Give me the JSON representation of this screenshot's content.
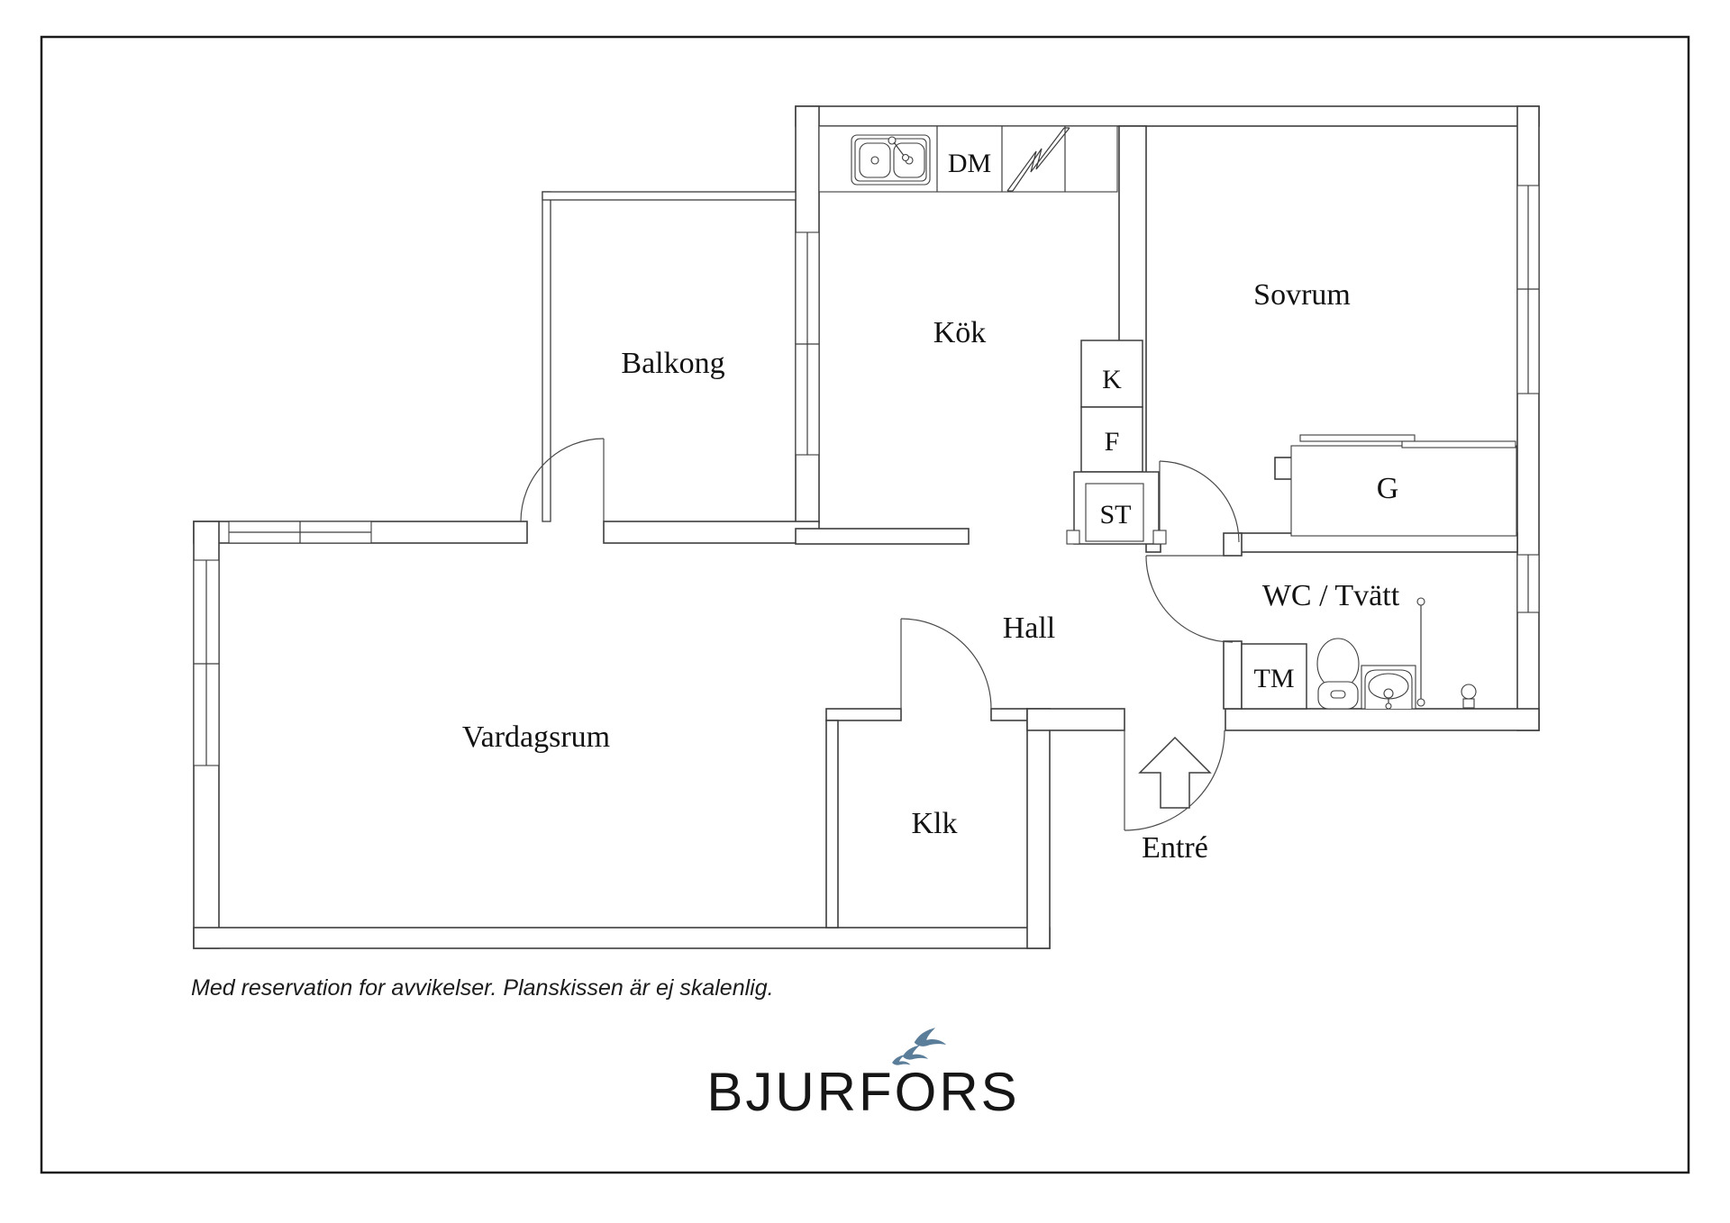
{
  "page": {
    "background_color": "#ffffff",
    "frame_color": "#1a1a1a",
    "wall_line_color": "#3d3d3d",
    "label_color": "#121212"
  },
  "floorplan": {
    "rooms": {
      "kitchen": "Kök",
      "bedroom": "Sovrum",
      "balcony": "Balkong",
      "living_room": "Vardagsrum",
      "hall": "Hall",
      "closet": "Klk",
      "entrance": "Entré",
      "bathroom": "WC / Tvätt",
      "wardrobe": "G"
    },
    "appliances": {
      "dishwasher": "DM",
      "fridge": "K",
      "freezer": "F",
      "storage": "ST",
      "washing_machine": "TM"
    },
    "icons": [
      "kitchen-sink-icon",
      "stove-icon",
      "toilet-icon",
      "washbasin-icon",
      "shower-rail-icon",
      "shower-knob-icon",
      "entrance-arrow-icon",
      "sliding-door-icon"
    ]
  },
  "footer": {
    "disclaimer": "Med reservation for avvikelser. Planskissen är ej skalenlig."
  },
  "logo": {
    "text": "BJURFORS",
    "text_color": "#161616",
    "birds_color": "#5a7d9a",
    "icon": "three-birds-icon"
  }
}
